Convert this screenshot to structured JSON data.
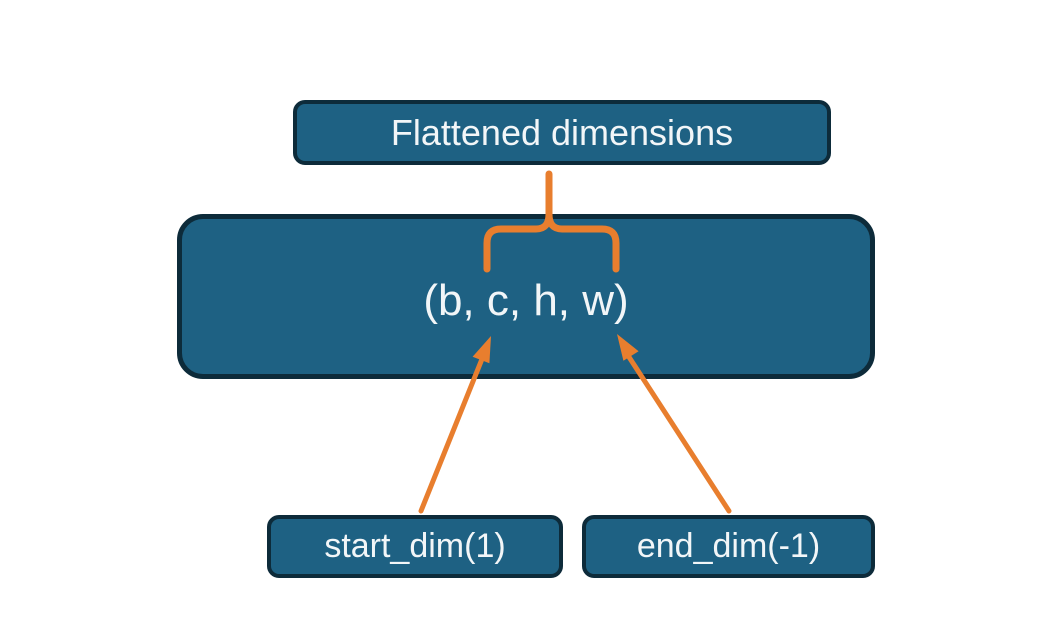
{
  "diagram": {
    "title_box": {
      "label": "Flattened dimensions"
    },
    "tensor_box": {
      "label": "(b, c, h, w)"
    },
    "start_dim_box": {
      "label": "start_dim(1)"
    },
    "end_dim_box": {
      "label": "end_dim(-1)"
    }
  },
  "colors": {
    "box_fill": "#1e6183",
    "box_border": "#0d2b3a",
    "connector_orange": "#e87e2e",
    "text": "#f2f6f8",
    "background": "#ffffff"
  },
  "icons": {
    "brace": "curly-brace-pointing-up",
    "start_arrow": "arrow-up-right",
    "end_arrow": "arrow-up-left"
  }
}
